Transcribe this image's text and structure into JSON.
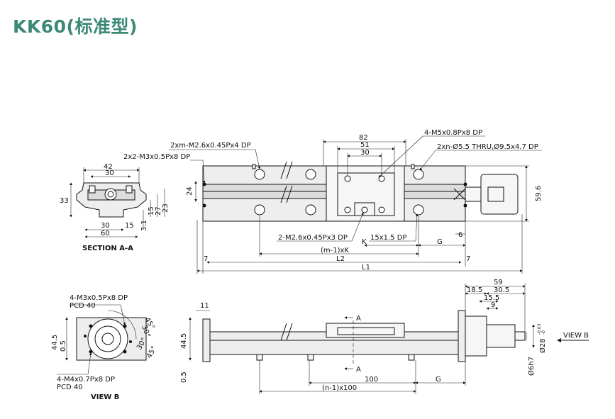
{
  "title": "KK60(标准型)",
  "section_a": {
    "label": "SECTION A-A",
    "dims": {
      "w42": "42",
      "w30": "30",
      "h33": "33",
      "b30": "30",
      "b15": "15",
      "b60": "60",
      "v31": "3.1",
      "v15": "15",
      "v27": "27",
      "v23": "23"
    }
  },
  "top_view": {
    "callouts": {
      "m26_4": "2xm-M2.6x0.45Px4 DP",
      "m3_8": "2x2-M3x0.5Px8 DP",
      "m5_8": "4-M5x0.8Px8 DP",
      "thru": "2xn-Ø5.5 THRU,Ø9.5x4.7 DP",
      "m26_3": "2-M2.6x0.45Px3 DP",
      "dp15": "15x1.5 DP"
    },
    "dims": {
      "d82": "82",
      "d51": "51",
      "d30": "30",
      "d24": "24",
      "d596": "59.6",
      "d6": "6",
      "mk": "(m-1)xK",
      "k": "K",
      "g": "G",
      "l2": "L2",
      "l1": "L1",
      "seven_l": "7",
      "seven_r": "7"
    }
  },
  "view_b": {
    "label": "VIEW B",
    "callouts": {
      "m3": "4-M3x0.5Px8 DP",
      "pcd_top": "PCD 40",
      "m4": "4-M4x0.7Px8 DP",
      "pcd_bot": "PCD 40"
    },
    "dims": {
      "d445": "44.5",
      "d05": "0.5",
      "a45a": "45°",
      "a30a": "30°",
      "a30b": "30°",
      "a45b": "45°"
    }
  },
  "side_view": {
    "dims": {
      "d11": "11",
      "d445": "44.5",
      "d05": "0.5",
      "secA_top": "A",
      "secA_bot": "A",
      "d100": "100",
      "g": "G",
      "n100": "(n-1)x100",
      "d59": "59",
      "d185": "18.5",
      "d305": "30.5",
      "d155": "15.5",
      "d9": "9",
      "d28": "Ø28",
      "tol28a": "-0.03",
      "tol28b": "-0",
      "d6h7": "Ø6h7",
      "viewb": "VIEW B"
    }
  }
}
